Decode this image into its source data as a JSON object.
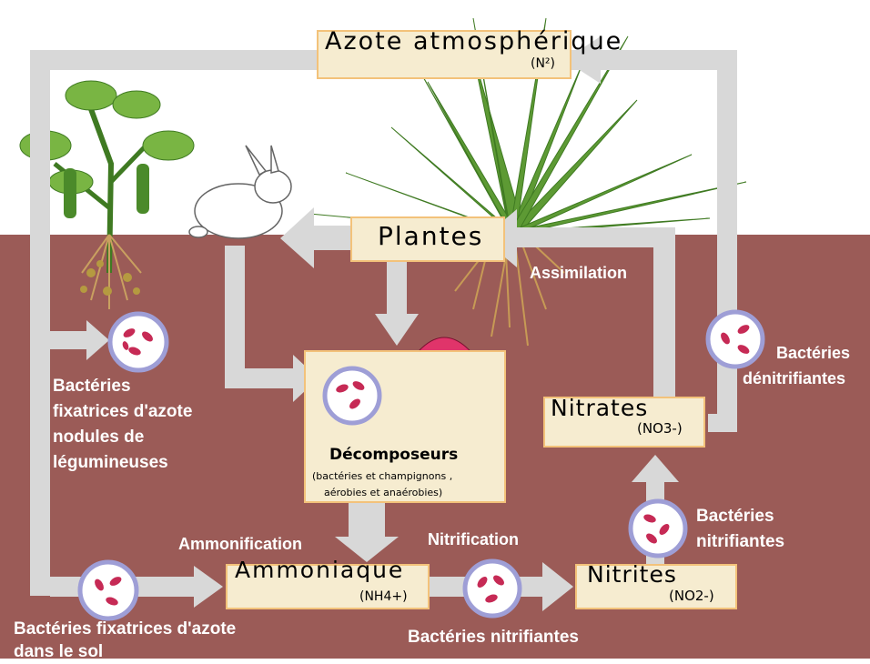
{
  "colors": {
    "sky": "#ffffff",
    "soil": "#9b5b57",
    "arrow": "#d8d8d8",
    "box_fill": "#f6ecd0",
    "box_border": "#f3c27a",
    "bacteria_ring": "#9e9ed6",
    "bacteria_cell": "#c62a55",
    "plant_green": "#5d9a34",
    "mushroom": "#e0346a"
  },
  "nodes": {
    "atmosphere": {
      "title": "Azote atmosphérique",
      "formula": "(N²)"
    },
    "plants": {
      "title": "Plantes"
    },
    "decomposers": {
      "title": "Décomposeurs",
      "note_line1": "(bactéries et champignons ,",
      "note_line2": "aérobies et anaérobies)"
    },
    "ammonia": {
      "title": "Ammoniaque",
      "formula": "(NH4+)"
    },
    "nitrites": {
      "title": "Nitrites",
      "formula": "(NO2-)"
    },
    "nitrates": {
      "title": "Nitrates",
      "formula": "(NO3-)"
    }
  },
  "processes": {
    "assimilation": "Assimilation",
    "ammonification": "Ammonification",
    "nitrification": "Nitrification"
  },
  "bacteria_labels": {
    "nodules": [
      "Bactéries",
      "fixatrices d'azote",
      "nodules de",
      "légumineuses"
    ],
    "denitrifying": [
      "Bactéries",
      "dénitrifiantes"
    ],
    "nitrifying_right": [
      "Bactéries",
      "nitrifiantes"
    ],
    "nitrifying_bottom": "Bactéries nitrifiantes",
    "soil_fixing": [
      "Bactéries fixatrices d'azote",
      "dans le sol"
    ]
  }
}
